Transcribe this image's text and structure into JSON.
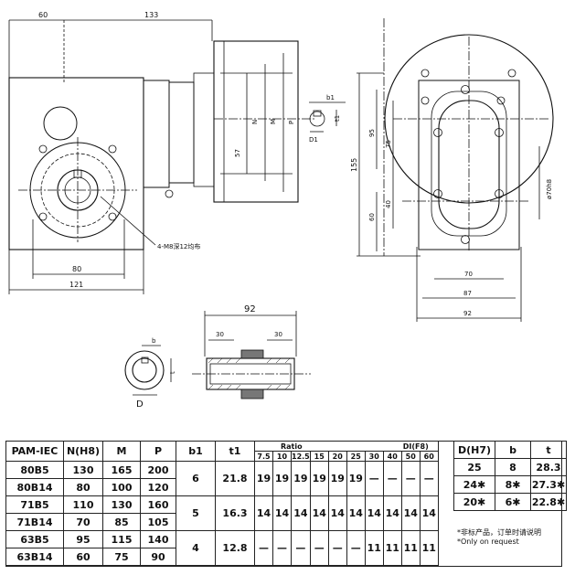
{
  "dims": {
    "top_60": "60",
    "top_133": "133",
    "d57": "57",
    "dN": "N",
    "dM": "M",
    "dP": "P",
    "db1": "b1",
    "dt1": "t1",
    "dD1": "D1",
    "d80": "80",
    "d121": "121",
    "hole_note": "4-M8深12均布",
    "d155": "155",
    "d95": "95",
    "d75": "75",
    "d40": "40",
    "d60": "60",
    "d70h8": "ø70h8",
    "d70": "70",
    "d87": "87",
    "d92r": "92",
    "d92s": "92",
    "d30a": "30",
    "d30b": "30",
    "sb": "b",
    "st": "t",
    "sD": "D"
  },
  "spec_table": {
    "headers": [
      "PAM-IEC",
      "N(H8)",
      "M",
      "P",
      "b1",
      "t1"
    ],
    "ratio_label": "Ratio",
    "di_label": "DI(F8)",
    "ratios": [
      "7.5",
      "10",
      "12.5",
      "15",
      "20",
      "25",
      "30",
      "40",
      "50",
      "60"
    ],
    "rows": [
      {
        "pam": "80B5",
        "n": "130",
        "m": "165",
        "p": "200"
      },
      {
        "pam": "80B14",
        "n": "80",
        "m": "100",
        "p": "120"
      },
      {
        "pam": "71B5",
        "n": "110",
        "m": "130",
        "p": "160"
      },
      {
        "pam": "71B14",
        "n": "70",
        "m": "85",
        "p": "105"
      },
      {
        "pam": "63B5",
        "n": "95",
        "m": "115",
        "p": "140"
      },
      {
        "pam": "63B14",
        "n": "60",
        "m": "75",
        "p": "90"
      }
    ],
    "groups": [
      {
        "b1": "6",
        "t1": "21.8",
        "di": [
          "19",
          "19",
          "19",
          "19",
          "19",
          "19",
          "—",
          "—",
          "—",
          "—"
        ]
      },
      {
        "b1": "5",
        "t1": "16.3",
        "di": [
          "14",
          "14",
          "14",
          "14",
          "14",
          "14",
          "14",
          "14",
          "14",
          "14"
        ]
      },
      {
        "b1": "4",
        "t1": "12.8",
        "di": [
          "—",
          "—",
          "—",
          "—",
          "—",
          "—",
          "11",
          "11",
          "11",
          "11"
        ]
      }
    ]
  },
  "shaft_table": {
    "headers": [
      "D(H7)",
      "b",
      "t"
    ],
    "rows": [
      [
        "25",
        "8",
        "28.3"
      ],
      [
        "24✱",
        "8✱",
        "27.3✱"
      ],
      [
        "20✱",
        "6✱",
        "22.8✱"
      ]
    ],
    "note_cn": "*非标产品，订单时请说明",
    "note_en": "*Only on request"
  }
}
